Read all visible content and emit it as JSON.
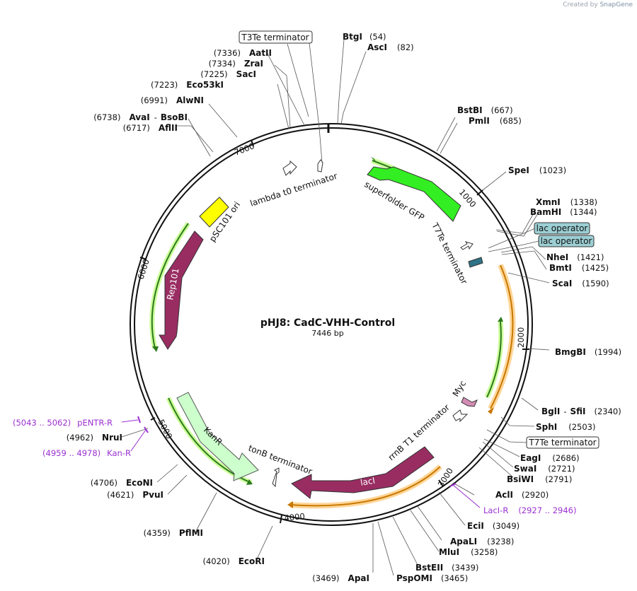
{
  "credit": {
    "prefix": "Created by",
    "brand": "SnapGene"
  },
  "plasmid": {
    "name": "pHJ8: CadC-VHH-Control",
    "length_label": "7446 bp"
  },
  "ticks": [
    {
      "label": "1000"
    },
    {
      "label": "2000"
    },
    {
      "label": "3000"
    },
    {
      "label": "4000"
    },
    {
      "label": "5000"
    },
    {
      "label": "6000"
    },
    {
      "label": "7000"
    }
  ],
  "enzymes": [
    {
      "name": "BtgI",
      "pos": "(54)"
    },
    {
      "name": "AscI",
      "pos": "(82)"
    },
    {
      "name": "BstBI",
      "pos": "(667)"
    },
    {
      "name": "PmlI",
      "pos": "(685)"
    },
    {
      "name": "SpeI",
      "pos": "(1023)"
    },
    {
      "name": "XmnI",
      "pos": "(1338)"
    },
    {
      "name": "BamHI",
      "pos": "(1344)"
    },
    {
      "name": "NheI",
      "pos": "(1421)"
    },
    {
      "name": "BmtI",
      "pos": "(1425)"
    },
    {
      "name": "ScaI",
      "pos": "(1590)"
    },
    {
      "name": "BmgBI",
      "pos": "(1994)"
    },
    {
      "name": "BglI",
      "pos": "(2340)",
      "name2": "SfiI",
      "sep": "-"
    },
    {
      "name": "SphI",
      "pos": "(2503)"
    },
    {
      "name": "EagI",
      "pos": "(2686)"
    },
    {
      "name": "SwaI",
      "pos": "(2721)"
    },
    {
      "name": "BsiWI",
      "pos": "(2791)"
    },
    {
      "name": "AclI",
      "pos": "(2920)"
    },
    {
      "name": "EciI",
      "pos": "(3049)"
    },
    {
      "name": "ApaLI",
      "pos": "(3238)"
    },
    {
      "name": "MluI",
      "pos": "(3258)"
    },
    {
      "name": "BstEII",
      "pos": "(3439)"
    },
    {
      "name": "PspOMI",
      "pos": "(3465)"
    },
    {
      "name": "ApaI",
      "pos": "(3469)"
    },
    {
      "name": "EcoRI",
      "pos": "(4020)"
    },
    {
      "name": "PflMI",
      "pos": "(4359)"
    },
    {
      "name": "PvuI",
      "pos": "(4621)"
    },
    {
      "name": "EcoNI",
      "pos": "(4706)"
    },
    {
      "name": "NruI",
      "pos": "(4962)"
    },
    {
      "name": "AflII",
      "pos": "(6717)"
    },
    {
      "name": "AvaI",
      "pos": "(6738)",
      "name2": "BsoBI",
      "sep": "-"
    },
    {
      "name": "AlwNI",
      "pos": "(6991)"
    },
    {
      "name": "Eco53kI",
      "pos": "(7223)"
    },
    {
      "name": "SacI",
      "pos": "(7225)"
    },
    {
      "name": "ZraI",
      "pos": "(7334)"
    },
    {
      "name": "AatII",
      "pos": "(7336)"
    }
  ],
  "boxed_labels": [
    {
      "text": "T3Te terminator",
      "fill": "#ffffff"
    },
    {
      "text": "lac operator",
      "fill": "#9ccfd4"
    },
    {
      "text": "lac operator",
      "fill": "#9ccfd4"
    },
    {
      "text": "T7Te terminator",
      "fill": "#ffffff"
    }
  ],
  "primers": [
    {
      "name": "pENTR-R",
      "range": "(5043 .. 5062)"
    },
    {
      "name": "Kan-R",
      "range": "(4959 .. 4978)"
    },
    {
      "name": "LacI-R",
      "range": "(2927 .. 2946)"
    }
  ],
  "features": [
    {
      "label": "superfolder GFP",
      "color": "#33ee22"
    },
    {
      "label": "T7Te terminator",
      "color": "#ffffff"
    },
    {
      "label": "lambda t0 terminator",
      "color": "#ffffff"
    },
    {
      "label": "pSC101 ori",
      "color": "#ffff00"
    },
    {
      "label": "Rep101",
      "color": "#992d62"
    },
    {
      "label": "KanR",
      "color": "#ccffcc"
    },
    {
      "label": "tonB terminator",
      "color": "#ffffff"
    },
    {
      "label": "lacI",
      "color": "#992d62"
    },
    {
      "label": "rrnB T1 terminator",
      "color": "#ffffff"
    },
    {
      "label": "Myc",
      "color": "#d48cb4"
    }
  ]
}
